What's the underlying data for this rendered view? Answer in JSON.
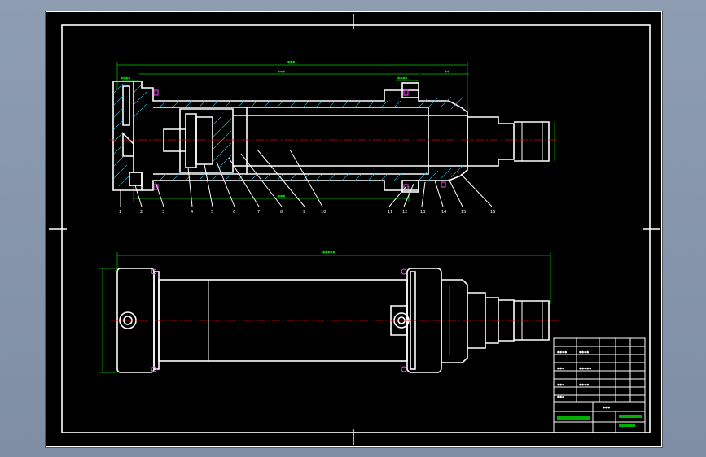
{
  "drawing": {
    "title": "",
    "part_numbers": [
      "1",
      "2",
      "3",
      "4",
      "5",
      "6",
      "7",
      "8",
      "9",
      "10",
      "11",
      "12",
      "13",
      "14",
      "15",
      "16"
    ],
    "colors": {
      "background": "#8e9db1",
      "sheet": "#000000",
      "outline": "#ffffff",
      "dimension": "#00c800",
      "centerline": "#e00000",
      "hatch": "#20c0e0",
      "seal": "#ff40ff"
    }
  }
}
